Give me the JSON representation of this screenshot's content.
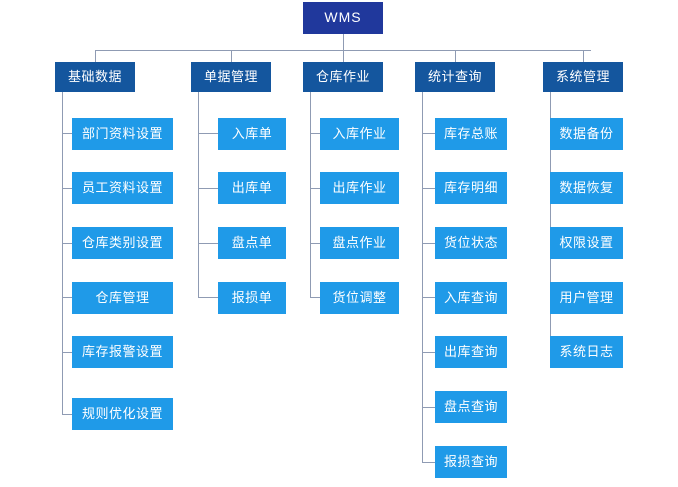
{
  "diagram": {
    "title": "WMS",
    "root": {
      "label": "WMS"
    },
    "columns": [
      {
        "category": "基础数据",
        "items": [
          "部门资料设置",
          "员工资料设置",
          "仓库类别设置",
          "仓库管理",
          "库存报警设置",
          "规则优化设置"
        ]
      },
      {
        "category": "单据管理",
        "items": [
          "入库单",
          "出库单",
          "盘点单",
          "报损单"
        ]
      },
      {
        "category": "仓库作业",
        "items": [
          "入库作业",
          "出库作业",
          "盘点作业",
          "货位调整"
        ]
      },
      {
        "category": "统计查询",
        "items": [
          "库存总账",
          "库存明细",
          "货位状态",
          "入库查询",
          "出库查询",
          "盘点查询",
          "报损查询"
        ]
      },
      {
        "category": "系统管理",
        "items": [
          "数据备份",
          "数据恢复",
          "权限设置",
          "用户管理",
          "系统日志"
        ]
      }
    ],
    "colors": {
      "root": "#20389c",
      "category": "#14569e",
      "leaf": "#1f9ae8",
      "connector": "#8f9bb3",
      "background": "#ffffff"
    }
  }
}
